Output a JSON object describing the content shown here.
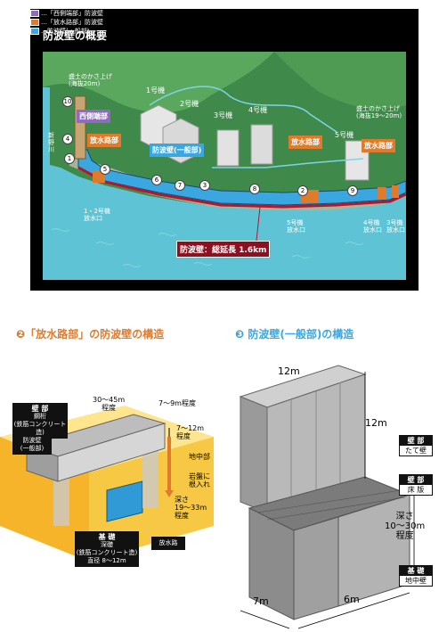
{
  "map": {
    "title": "防波壁の概要",
    "legend": [
      {
        "text": "…「西側端部」防波壁",
        "color": "#8e6bbf"
      },
      {
        "text": "…「放水路部」防波壁",
        "color": "#e07b2c"
      },
      {
        "text": "…防波壁(一般部)",
        "color": "#3aa7e0"
      }
    ],
    "labels": {
      "mori_left": "盛土のかさ上げ\n(海抜20m)",
      "mori_right": "盛土のかさ上げ\n(海抜19〜20m)",
      "shinno_river": "新\n野\n川",
      "unit1": "1号機",
      "unit2": "2号機",
      "unit3": "3号機",
      "unit4": "4号機",
      "unit5": "5号機",
      "outlet12": "1・2号機\n放水口",
      "outlet5": "5号機\n放水口",
      "outlet4": "4号機\n放水口",
      "outlet3": "3号機\n放水口",
      "tag_west": "西側端部",
      "tag_outlet_left": "放水路部",
      "tag_general": "防波壁(一般部)",
      "tag_outlet_mid": "放水路部",
      "tag_outlet_right": "放水路部",
      "total_length": "防波壁：総延長 1.6km"
    },
    "numbers": [
      "10",
      "4",
      "1",
      "5",
      "6",
      "7",
      "3",
      "8",
      "2",
      "9"
    ]
  },
  "section2": {
    "title": "❷「放水路部」の防波壁の構造",
    "dims": {
      "width": "30〜45m\n程度",
      "top": "7〜9m程度",
      "height": "7〜12m\n程度",
      "depth": "深さ\n19〜33m\n程度",
      "underground": "地中部",
      "rock": "岩盤に\n根入れ"
    },
    "box_wall_head": "壁 部",
    "box_wall_body": "鋼桁\n(鉄筋コンクリート造)",
    "box_general": "防波壁\n(一般部)",
    "box_found_head": "基 礎",
    "box_found_body": "深礎\n(鉄筋コンクリート造)\n直径 8〜12m",
    "box_outlet": "放水路"
  },
  "section3": {
    "title": "❸ 防波壁(一般部)の構造",
    "dims": {
      "top_width": "12m",
      "height": "12m",
      "depth": "深さ\n10〜30m\n程度",
      "bottom_left": "7m",
      "bottom_right": "6m"
    },
    "box1_head": "壁 部",
    "box1_body": "たて壁",
    "box2_head": "壁 部",
    "box2_body": "床 版",
    "box3_head": "基 礎",
    "box3_body": "地中壁"
  }
}
